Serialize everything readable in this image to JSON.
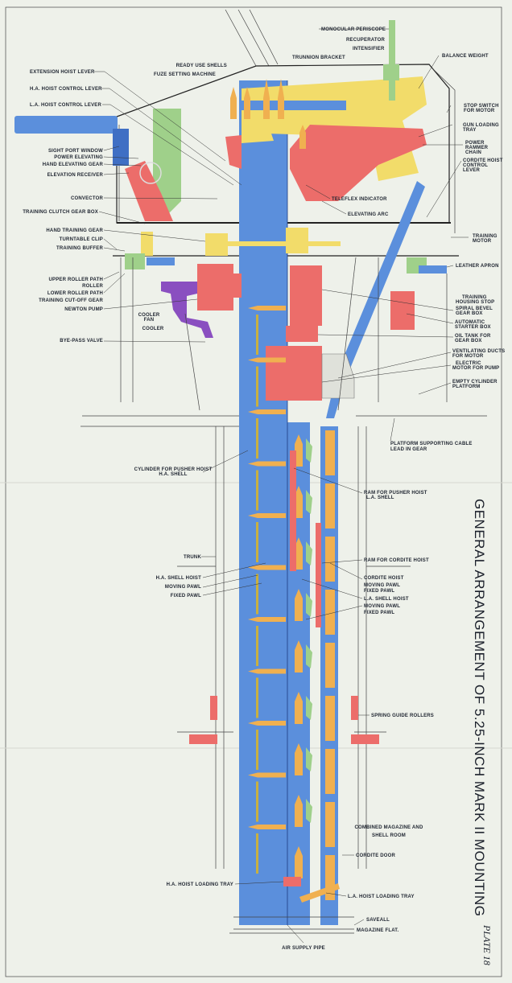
{
  "title": "GENERAL ARRANGEMENT OF 5.25-INCH MARK II MOUNTING",
  "plate": "PLATE 18",
  "colors": {
    "paper": "#eef1ea",
    "blue": "#5b8fdc",
    "red": "#ec6d6a",
    "yellow": "#f2dc6a",
    "green": "#9fd08a",
    "orange": "#f0b050",
    "purple": "#8a4fc0",
    "line": "#222222"
  },
  "labels": {
    "extension_hoist_lever": "EXTENSION HOIST LEVER",
    "ha_hoist_control_lever": "H.A. HOIST CONTROL LEVER",
    "la_hoist_control_lever": "L.A. HOIST CONTROL LEVER",
    "sight_port_window": "SIGHT PORT WINDOW",
    "power_elevating": "POWER ELEVATING",
    "hand_elevating_gear": "HAND ELEVATING GEAR",
    "elevation_receiver": "ELEVATION RECEIVER",
    "convector": "CONVECTOR",
    "training_clutch_gear_box": "TRAINING CLUTCH GEAR BOX",
    "hand_training_gear": "HAND TRAINING GEAR",
    "turntable_clip": "TURNTABLE CLIP",
    "training_buffer": "TRAINING BUFFER",
    "upper_roller_path": "UPPER ROLLER PATH",
    "roller": "ROLLER",
    "lower_roller_path": "LOWER ROLLER PATH",
    "training_cutoff_gear": "TRAINING CUT-OFF GEAR",
    "newton_pump": "NEWTON PUMP",
    "cooler_fan": [
      "COOLER",
      "FAN"
    ],
    "cooler": "COOLER",
    "bye_pass_valve": "BYE-PASS VALVE",
    "cylinder_pusher_hoist": [
      "CYLINDER FOR PUSHER HOIST",
      "H.A. SHELL"
    ],
    "trunk": "TRUNK",
    "ha_shell_hoist": "H.A. SHELL HOIST",
    "moving_pawl_left": "MOVING PAWL",
    "fixed_pawl_left": "FIXED PAWL",
    "ha_hoist_loading_tray": "H.A. HOIST LOADING TRAY",
    "air_supply_pipe": "AIR SUPPLY PIPE",
    "saveall": "SAVEALL",
    "magazine_flat": "MAGAZINE FLAT.",
    "la_hoist_loading_tray": "L.A. HOIST LOADING TRAY",
    "cordite_door": "CORDITE DOOR",
    "combined_magazine": [
      "COMBINED MAGAZINE AND",
      "SHELL ROOM"
    ],
    "spring_guide_rollers": "SPRING GUIDE ROLLERS",
    "ready_use_shells": "READY USE SHELLS",
    "fuze_setting_machine": "FUZE SETTING MACHINE",
    "trunnion_bracket": "TRUNNION BRACKET",
    "monocular_periscope": "MONOCULAR PERISCOPE",
    "recuperator": "RECUPERATOR",
    "intensifier": "INTENSIFIER",
    "balance_weight": "BALANCE WEIGHT",
    "stop_switch": [
      "STOP SWITCH",
      "FOR MOTOR"
    ],
    "gun_loading_tray": [
      "GUN LOADING",
      "TRAY"
    ],
    "power_rammer_chain": [
      "POWER",
      "RAMMER",
      "CHAIN"
    ],
    "cordite_hoist_control_lever": [
      "CORDITE HOIST",
      "CONTROL",
      "LEVER"
    ],
    "teleflex_indicator": "TELEFLEX INDICATOR",
    "elevating_arc": "ELEVATING ARC",
    "training_motor": [
      "TRAINING",
      "MOTOR"
    ],
    "leather_apron": "LEATHER APRON",
    "training_housing_stop": [
      "TRAINING",
      "HOUSING STOP"
    ],
    "spiral_bevel_gear_box": [
      "SPIRAL BEVEL",
      "GEAR BOX"
    ],
    "automatic_starter_box": [
      "AUTOMATIC",
      "STARTER BOX"
    ],
    "oil_tank": [
      "OIL TANK FOR",
      "GEAR BOX"
    ],
    "ventilating_ducts": [
      "VENTILATING DUCTS",
      "FOR MOTOR"
    ],
    "electric_motor_pump": [
      "ELECTRIC",
      "MOTOR FOR PUMP"
    ],
    "empty_cylinder_platform": [
      "EMPTY CYLINDER",
      "PLATFORM"
    ],
    "platform_supporting_cable": [
      "PLATFORM SUPPORTING CABLE",
      "LEAD IN GEAR"
    ],
    "ram_pusher_hoist_la": [
      "RAM FOR PUSHER HOIST",
      "L.A. SHELL"
    ],
    "ram_cordite_hoist": "RAM FOR CORDITE HOIST",
    "cordite_hoist": "CORDITE HOIST",
    "moving_pawl_r1": "MOVING PAWL",
    "fixed_pawl_r1": "FIXED PAWL",
    "la_shell_hoist": "L.A. SHELL HOIST",
    "moving_pawl_r2": "MOVING PAWL",
    "fixed_pawl_r2": "FIXED PAWL"
  }
}
